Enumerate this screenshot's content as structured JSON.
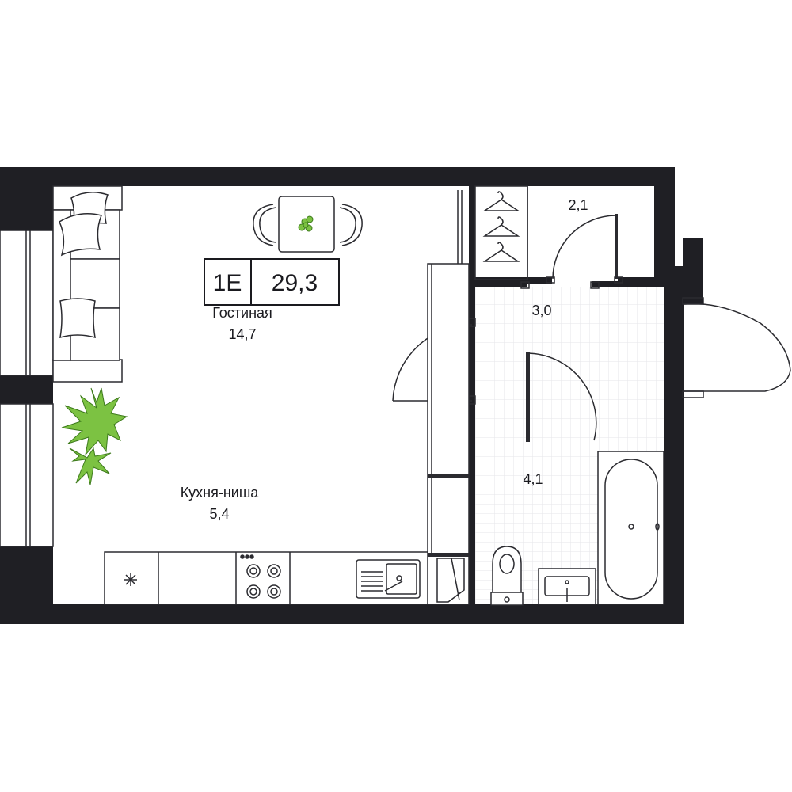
{
  "apartment": {
    "type_code": "1E",
    "total_area": "29,3"
  },
  "rooms": {
    "living": {
      "name": "Гостиная",
      "area": "14,7"
    },
    "kitchen": {
      "name": "Кухня-ниша",
      "area": "5,4"
    },
    "wardrobe": {
      "area": "2,1"
    },
    "hall": {
      "area": "3,0"
    },
    "bathroom": {
      "area": "4,1"
    }
  },
  "colors": {
    "wall": "#1f1f24",
    "line": "#2b2b30",
    "plant": "#7cc242",
    "plant_dark": "#3d7a1c",
    "tile_grid": "#e6e6ea"
  }
}
